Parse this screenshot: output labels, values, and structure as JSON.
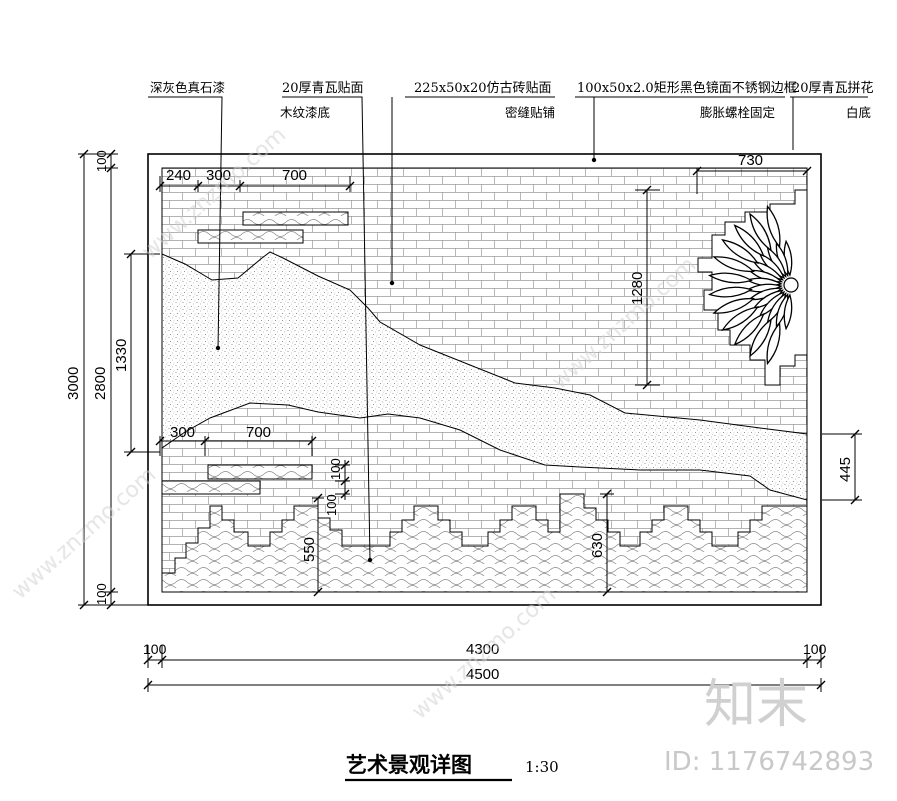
{
  "annotations": {
    "a1": "深灰色真石漆",
    "a2_line1": "20厚青瓦贴面",
    "a2_line2": "木纹漆底",
    "a3_line1": "225x50x20仿古砖贴面",
    "a3_line2": "密缝贴铺",
    "a4_line1": "100x50x2.0矩形黑色镜面不锈钢边框",
    "a4_line2": "膨胀螺栓固定",
    "a5_line1": "20厚青瓦拼花",
    "a5_line2": "白底"
  },
  "dimensions": {
    "top_240": "240",
    "top_300": "300",
    "top_700": "700",
    "top_730": "730",
    "mid_300": "300",
    "mid_700": "700",
    "mid_100a": "100",
    "mid_100b": "100",
    "v_1280": "1280",
    "v_550": "550",
    "v_630": "630",
    "v_445": "445",
    "left_3000": "3000",
    "left_2800": "2800",
    "left_1330": "1330",
    "left_100_top": "100",
    "left_100_bottom": "100",
    "bot_100_left": "100",
    "bot_4300": "4300",
    "bot_100_right": "100",
    "bot_4500": "4500"
  },
  "title": {
    "text": "艺术景观详图",
    "scale": "1:30"
  },
  "watermark": {
    "logo_text": "知末",
    "id_text": "ID: 1176742893",
    "site_text": "www.znzmo.com"
  }
}
